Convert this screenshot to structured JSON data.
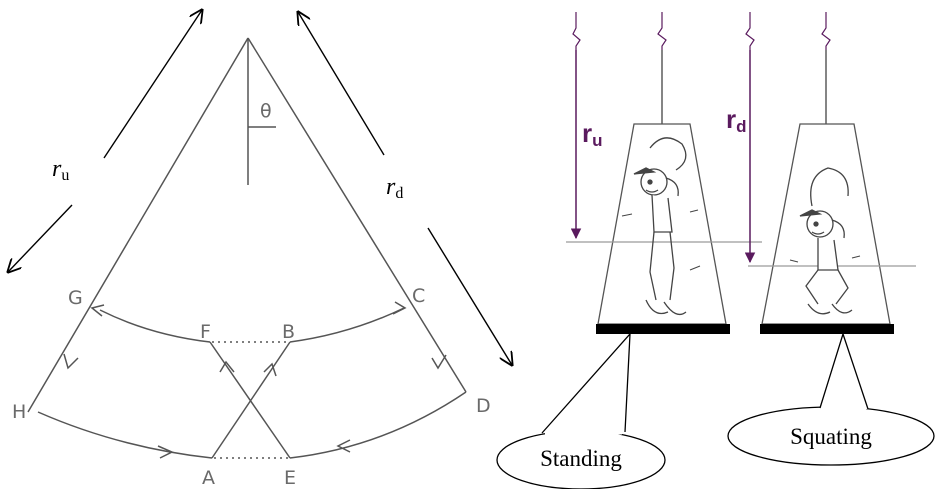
{
  "left_diagram": {
    "angle_label": "θ",
    "r_up": {
      "main": "r",
      "sub": "u"
    },
    "r_down": {
      "main": "r",
      "sub": "d"
    },
    "points": [
      "G",
      "C",
      "F",
      "B",
      "H",
      "D",
      "A",
      "E"
    ]
  },
  "right_diagram": {
    "r_up": {
      "main": "r",
      "sub": "u"
    },
    "r_down": {
      "main": "r",
      "sub": "d"
    },
    "captions": [
      "Standing",
      "Squating"
    ]
  },
  "colors": {
    "line": "#555555",
    "purple": "#5a1a5e",
    "grey_line": "#9a9a9a"
  }
}
